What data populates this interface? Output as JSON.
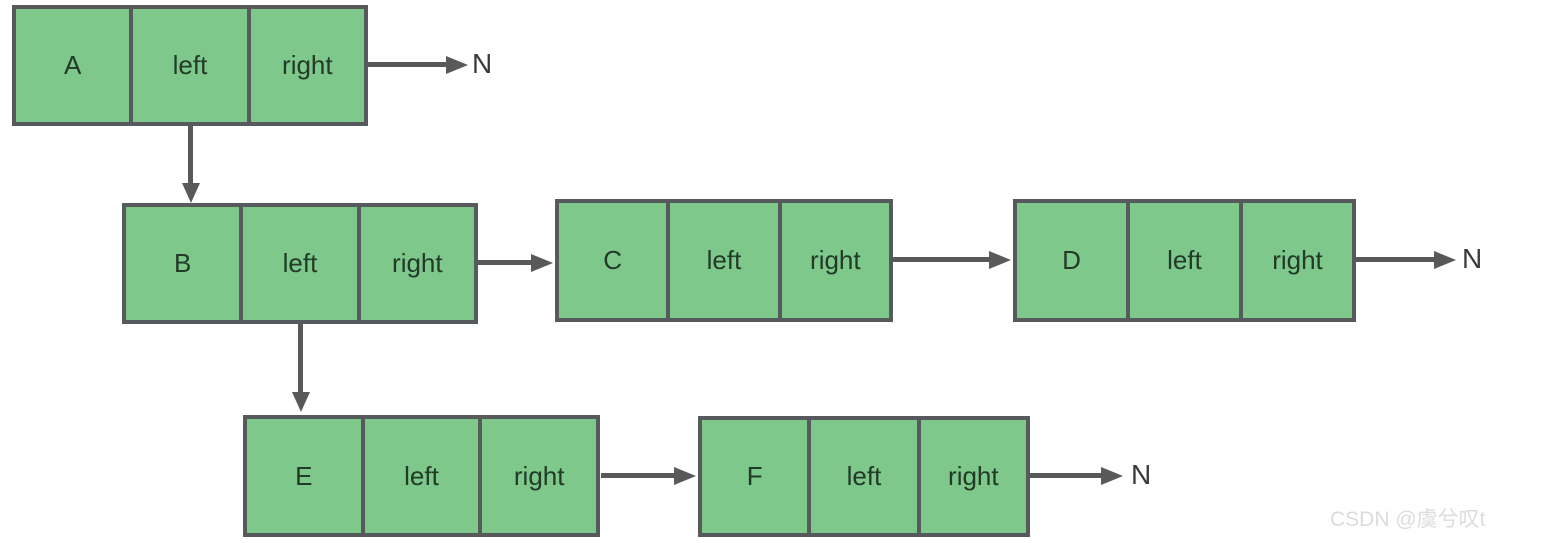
{
  "nodes": [
    {
      "name": "A",
      "left": "left",
      "right": "right"
    },
    {
      "name": "B",
      "left": "left",
      "right": "right"
    },
    {
      "name": "C",
      "left": "left",
      "right": "right"
    },
    {
      "name": "D",
      "left": "left",
      "right": "right"
    },
    {
      "name": "E",
      "left": "left",
      "right": "right"
    },
    {
      "name": "F",
      "left": "left",
      "right": "right"
    }
  ],
  "terminals": [
    {
      "label": "N"
    },
    {
      "label": "N"
    },
    {
      "label": "N"
    }
  ],
  "watermark": "CSDN @虞兮叹t",
  "colors": {
    "node_fill": "#7dc88a",
    "node_border": "#565a5c",
    "arrow": "#595959",
    "cell_text": "#233a28",
    "null_text": "#3a3a3a",
    "watermark_text": "#dcdcdc",
    "background": "#ffffff"
  }
}
